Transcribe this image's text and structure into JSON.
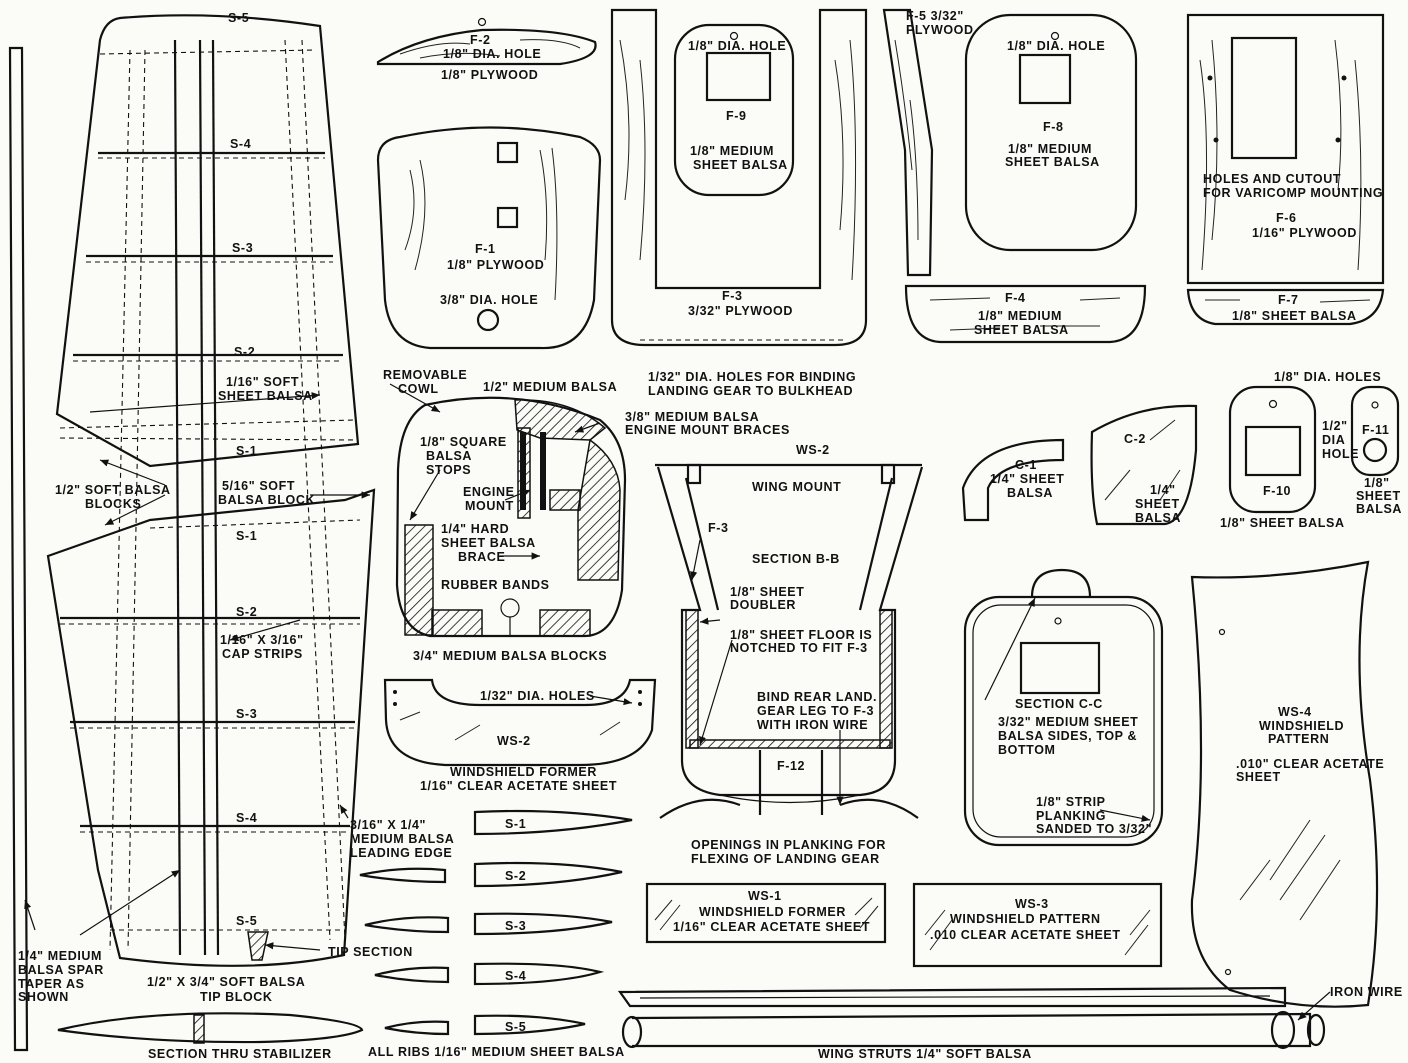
{
  "stabilizer": {
    "ribs_top": [
      "S-5",
      "S-4",
      "S-3",
      "S-2",
      "S-1"
    ],
    "ribs_bottom": [
      "S-1",
      "S-2",
      "S-3",
      "S-4",
      "S-5"
    ],
    "sheet_label_1": "1/16\" SOFT",
    "sheet_label_2": "SHEET BALSA",
    "blocks_1": "1/2\" SOFT BALSA",
    "blocks_2": "BLOCKS",
    "block516_1": "5/16\" SOFT",
    "block516_2": "BALSA BLOCK",
    "cap_1": "1/16\" X 3/16\"",
    "cap_2": "CAP STRIPS",
    "le_1": "3/16\" X 1/4\"",
    "le_2": "MEDIUM BALSA",
    "le_3": "LEADING EDGE",
    "spar_1": "1/4\" MEDIUM",
    "spar_2": "BALSA SPAR",
    "spar_3": "TAPER AS",
    "spar_4": "SHOWN",
    "tip_section": "TIP SECTION",
    "tip_block_1": "1/2\" X 3/4\" SOFT BALSA",
    "tip_block_2": "TIP BLOCK",
    "section_thru": "SECTION THRU STABILIZER"
  },
  "ribs_row": {
    "labels": [
      "S-1",
      "S-2",
      "S-3",
      "S-4",
      "S-5"
    ],
    "caption": "ALL RIBS 1/16\" MEDIUM SHEET BALSA"
  },
  "f2": {
    "name": "F-2",
    "hole": "1/8\" DIA. HOLE",
    "material": "1/8\" PLYWOOD"
  },
  "f1": {
    "name": "F-1",
    "material": "1/8\" PLYWOOD",
    "hole": "3/8\" DIA. HOLE"
  },
  "f9": {
    "hole": "1/8\" DIA. HOLE",
    "name": "F-9",
    "mat_1": "1/8\" MEDIUM",
    "mat_2": "SHEET BALSA"
  },
  "f3": {
    "name": "F-3",
    "material": "3/32\" PLYWOOD",
    "note_1": "1/32\" DIA. HOLES FOR BINDING",
    "note_2": "LANDING GEAR TO BULKHEAD"
  },
  "f5": {
    "name": "F-5  3/32\"",
    "material": "PLYWOOD"
  },
  "f8": {
    "hole": "1/8\" DIA. HOLE",
    "name": "F-8",
    "mat_1": "1/8\" MEDIUM",
    "mat_2": "SHEET BALSA"
  },
  "f4": {
    "name": "F-4",
    "mat_1": "1/8\" MEDIUM",
    "mat_2": "SHEET BALSA"
  },
  "f6": {
    "note_1": "HOLES AND CUTOUT",
    "note_2": "FOR VARICOMP MOUNTING",
    "name": "F-6",
    "material": "1/16\" PLYWOOD"
  },
  "f7": {
    "name": "F-7",
    "material": "1/8\" SHEET  BALSA"
  },
  "cowl": {
    "removable_1": "REMOVABLE",
    "removable_2": "COWL",
    "medium_balsa": "1/2\" MEDIUM BALSA",
    "braces_1": "3/8\" MEDIUM BALSA",
    "braces_2": "ENGINE MOUNT BRACES",
    "stops_1": "1/8\" SQUARE",
    "stops_2": "BALSA",
    "stops_3": "STOPS",
    "engine_1": "ENGINE",
    "engine_2": "MOUNT",
    "brace_1": "1/4\" HARD",
    "brace_2": "SHEET BALSA",
    "brace_3": "BRACE",
    "rubber": "RUBBER BANDS",
    "blocks": "3/4\" MEDIUM BALSA BLOCKS"
  },
  "ws2": {
    "holes": "1/32\" DIA. HOLES",
    "name": "WS-2",
    "cap_1": "WINDSHIELD FORMER",
    "cap_2": "1/16\" CLEAR ACETATE SHEET"
  },
  "section_bb": {
    "ws2": "WS-2",
    "wing_mount": "WING MOUNT",
    "f3": "F-3",
    "title": "SECTION B-B",
    "doubler_1": "1/8\" SHEET",
    "doubler_2": "DOUBLER",
    "floor_1": "1/8\" SHEET FLOOR IS",
    "floor_2": "NOTCHED TO FIT F-3",
    "bind_1": "BIND REAR LAND.",
    "bind_2": "GEAR LEG TO F-3",
    "bind_3": "WITH IRON WIRE",
    "f12": "F-12",
    "open_1": "OPENINGS IN PLANKING FOR",
    "open_2": "FLEXING OF LANDING GEAR"
  },
  "ws1": {
    "name": "WS-1",
    "line_1": "WINDSHIELD FORMER",
    "line_2": "1/16\" CLEAR ACETATE  SHEET"
  },
  "c1": {
    "name": "C-1",
    "mat_1": "1/4\" SHEET",
    "mat_2": "BALSA"
  },
  "c2": {
    "name": "C-2",
    "mat_1": "1/4\"",
    "mat_2": "SHEET",
    "mat_3": "BALSA"
  },
  "f10f11": {
    "holes": "1/8\" DIA. HOLES",
    "f10": "F-10",
    "f11": "F-11",
    "dia_1": "1/2\"",
    "dia_2": "DIA",
    "dia_3": "HOLE",
    "f10_mat": "1/8\" SHEET BALSA",
    "f11_mat_1": "1/8\"",
    "f11_mat_2": "SHEET",
    "f11_mat_3": "BALSA"
  },
  "section_cc": {
    "title": "SECTION C-C",
    "sides_1": "3/32\" MEDIUM SHEET",
    "sides_2": "BALSA SIDES, TOP &",
    "sides_3": "BOTTOM",
    "strip_1": "1/8\" STRIP",
    "strip_2": "PLANKING",
    "strip_3": "SANDED TO 3/32\""
  },
  "ws4": {
    "name": "WS-4",
    "line_1": "WINDSHIELD",
    "line_2": "PATTERN",
    "line_3": ".010\" CLEAR ACETATE",
    "line_4": "SHEET"
  },
  "ws3": {
    "name": "WS-3",
    "line_1": "WINDSHIELD PATTERN",
    "line_2": ".010 CLEAR ACETATE SHEET"
  },
  "struts": {
    "iron_wire": "IRON WIRE",
    "caption": "WING STRUTS   1/4\" SOFT BALSA"
  }
}
